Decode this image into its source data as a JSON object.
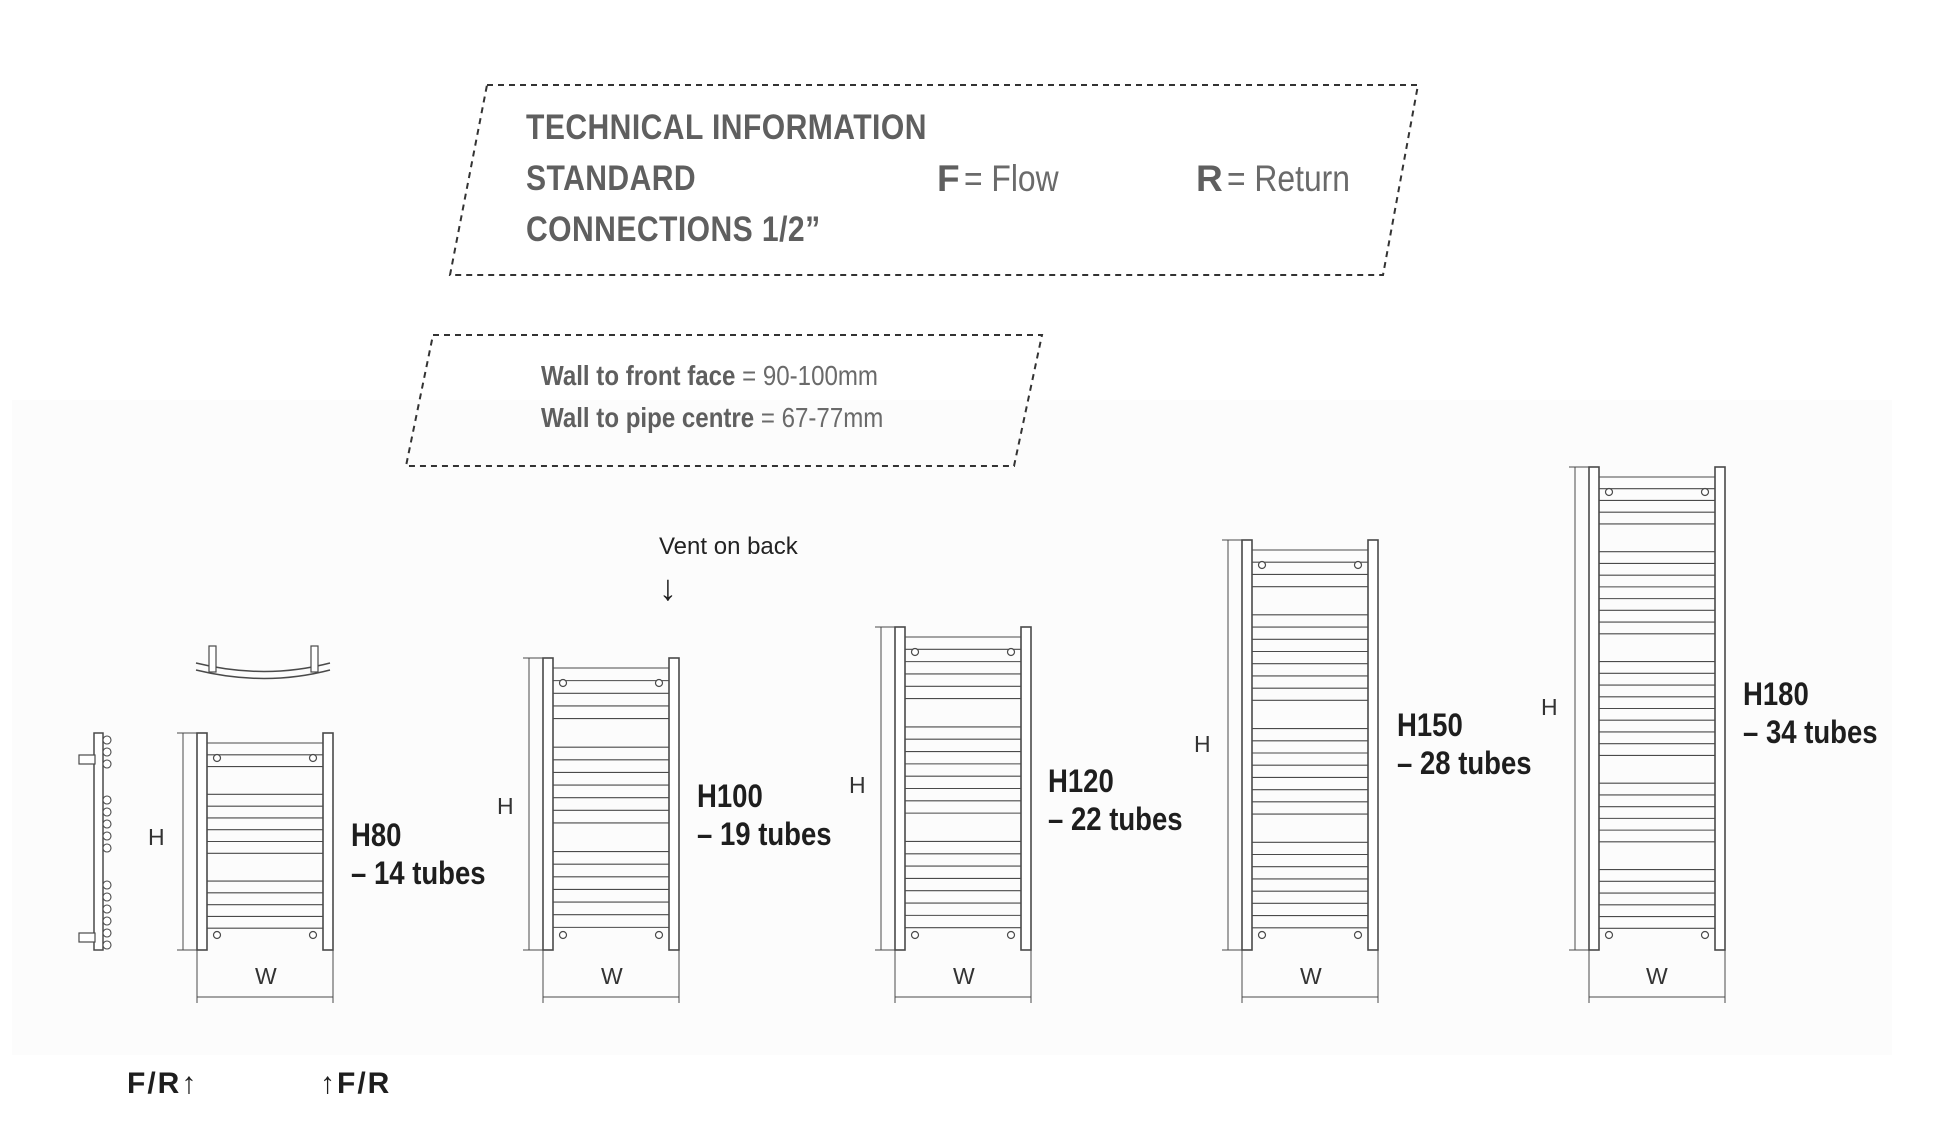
{
  "technical_box": {
    "title": "TECHNICAL INFORMATION",
    "line2": "STANDARD",
    "line3": "CONNECTIONS 1/2”"
  },
  "legend": {
    "flow_letter": "F",
    "flow_text": "= Flow",
    "return_letter": "R",
    "return_text": "= Return"
  },
  "depth_box": {
    "front_label": "Wall to front face",
    "front_value": "= 90-100mm",
    "pipe_label": "Wall to pipe centre",
    "pipe_value": "= 67-77mm"
  },
  "vent_note": "Vent on back",
  "vent_arrow": "↓",
  "dimension_labels": {
    "height": "H",
    "width": "W"
  },
  "models": [
    {
      "name": "H80",
      "tubes": "– 14 tubes"
    },
    {
      "name": "H100",
      "tubes": "– 19 tubes"
    },
    {
      "name": "H120",
      "tubes": "– 22 tubes"
    },
    {
      "name": "H150",
      "tubes": "– 28 tubes"
    },
    {
      "name": "H180",
      "tubes": "– 34 tubes"
    }
  ],
  "connections": {
    "left": "F/R↑",
    "right": "↑F/R"
  },
  "colors": {
    "line": "#4a4a4a",
    "heading": "#5f5f5f",
    "text": "#1e1e1e"
  }
}
